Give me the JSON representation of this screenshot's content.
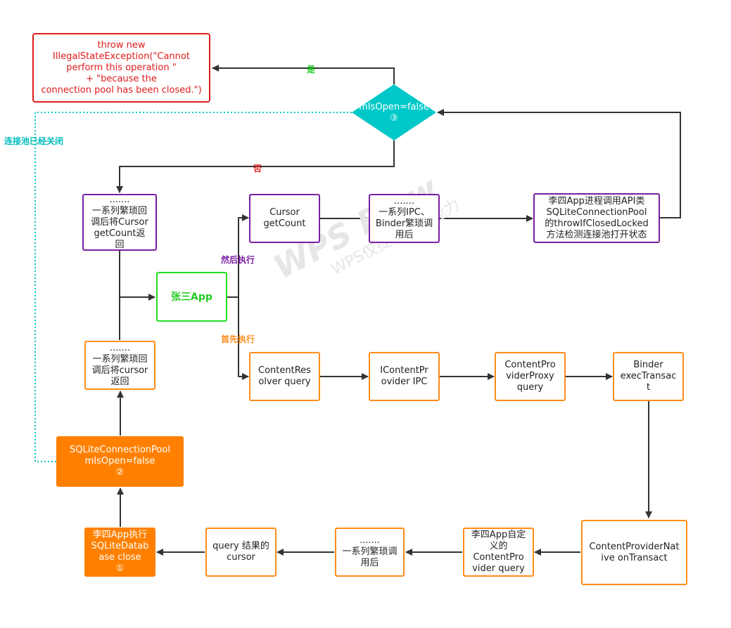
{
  "nodes": {
    "throw": "throw new\nIllegalStateException(\"Cannot\nperform this operation \"\n            + \"because the\nconnection pool has been closed.\")",
    "decision": "mIsOpen=false\n③",
    "cursor_getcount_return": ".......\n一系列繁琐回\n调后将Cursor\ngetCount返\n回",
    "cursor_getcount": "Cursor\ngetCount",
    "ipc_binder": ".......\n一系列IPC、\nBinder繁琐调\n用后",
    "lisi_api": "李四App进程调用API类\nSQLiteConnectionPool\n的throwIfClosedLocked\n方法检测连接池打开状态",
    "zhangsan": "张三App",
    "cursor_return": ".......\n一系列繁琐回\n调后将cursor\n返回",
    "resolver_query": "ContentRes\nolver query",
    "icp_ipc": "IContentPr\novider IPC",
    "proxy_query": "ContentPro\nviderProxy\nquery",
    "binder_transact": "Binder\nexecTransac\nt",
    "pool_closed": "SQLiteConnectionPool\nmIsOpen=false\n②",
    "lisi_close": "李四App执行\nSQLiteDatab\nase close\n①",
    "query_result": "query 结果的\ncursor",
    "tedious_calls": ".......\n一系列繁琐调\n用后",
    "custom_query": "李四App自定\n义的\nContentPro\nvider query",
    "native_transact": "ContentProviderNat\nive onTransact"
  },
  "labels": {
    "yes": "是",
    "no": "否",
    "then_execute": "然后执行",
    "first_execute": "首先执行",
    "pool_closed_note": "连接池已经关闭"
  },
  "watermark": {
    "title": "WPS Flow",
    "subtitle": "WPS仅提供作图能力"
  },
  "colors": {
    "purple": "#7a1fa2",
    "orange": "#ff8c1a",
    "orange_fill": "#ff8000",
    "red": "#e01b1b",
    "green": "#22dd22",
    "teal": "#00c8c8",
    "arrow": "#333333"
  }
}
